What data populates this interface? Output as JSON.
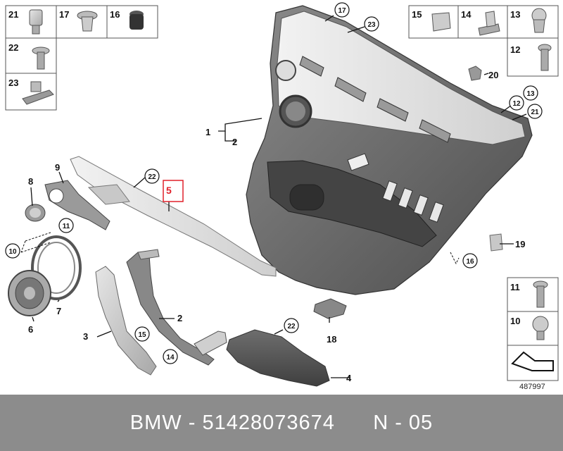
{
  "callouts": {
    "c1": "1",
    "c2": "2",
    "c2b": "2",
    "c3": "3",
    "c4": "4",
    "c5": "5",
    "c6": "6",
    "c7": "7",
    "c8": "8",
    "c9": "9",
    "c10": "10",
    "c11": "11",
    "c12": "12",
    "c13": "13",
    "c14": "14",
    "c15": "15",
    "c16": "16",
    "c17": "17",
    "c18": "18",
    "c19": "19",
    "c20": "20",
    "c21": "21",
    "c22": "22",
    "c22b": "22",
    "c23": "23"
  },
  "legend_left": {
    "p21": "21",
    "p17": "17",
    "p16": "16",
    "p22": "22",
    "p23": "23"
  },
  "legend_right": {
    "p15": "15",
    "p14": "14",
    "p13": "13",
    "p12": "12"
  },
  "legend_bottom": {
    "p11": "11",
    "p10": "10"
  },
  "diagram_id": "487997",
  "highlight_color": "#e0202a",
  "footer": {
    "brand": "BMW",
    "part_number": "51428073674",
    "code": "N - 05"
  }
}
